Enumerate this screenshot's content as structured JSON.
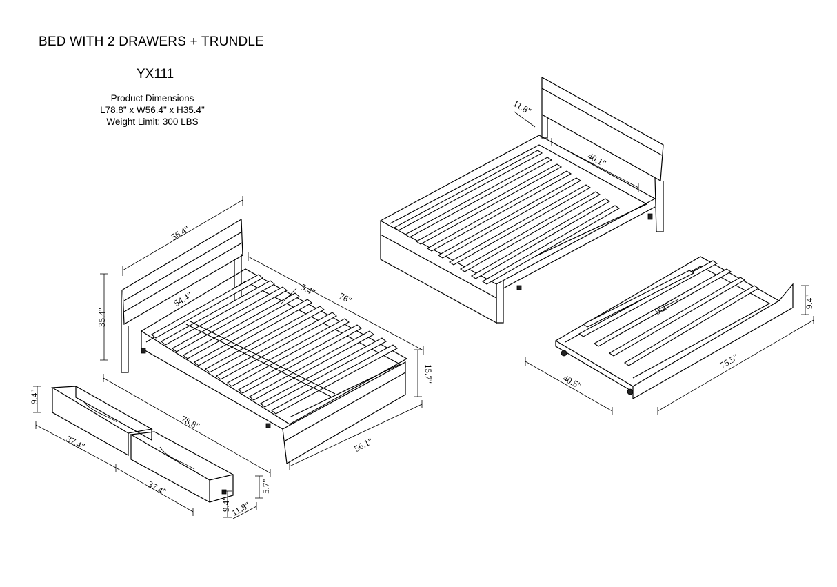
{
  "header": {
    "title": "BED WITH 2 DRAWERS + TRUNDLE",
    "model": "YX111",
    "specs_heading": "Product Dimensions",
    "specs_dimensions": "L78.8\" x W56.4\" x H35.4\"",
    "specs_weight": "Weight Limit: 300 LBS"
  },
  "dimensions": {
    "bed_width": "56.4\"",
    "headboard_inner": "54.4\"",
    "bed_height": "35.4\"",
    "rail_gap": "5.4\"",
    "inner_length": "76\"",
    "rail_height": "15.7\"",
    "bed_length": "78.8\"",
    "footboard_width": "56.1\"",
    "headboard_thickness": "11.8\"",
    "center_rail": "40.1\"",
    "drawer_height": "9.4\"",
    "drawer_length_1": "37.4\"",
    "drawer_length_2": "37.4\"",
    "drawer_height_2": "9.4\"",
    "drawer_depth": "11.8\"",
    "drawer_leg": "5.7\"",
    "trundle_slat_gap": "9.2\"",
    "trundle_height": "9.4\"",
    "trundle_width": "40.5\"",
    "trundle_length": "75.5\""
  }
}
